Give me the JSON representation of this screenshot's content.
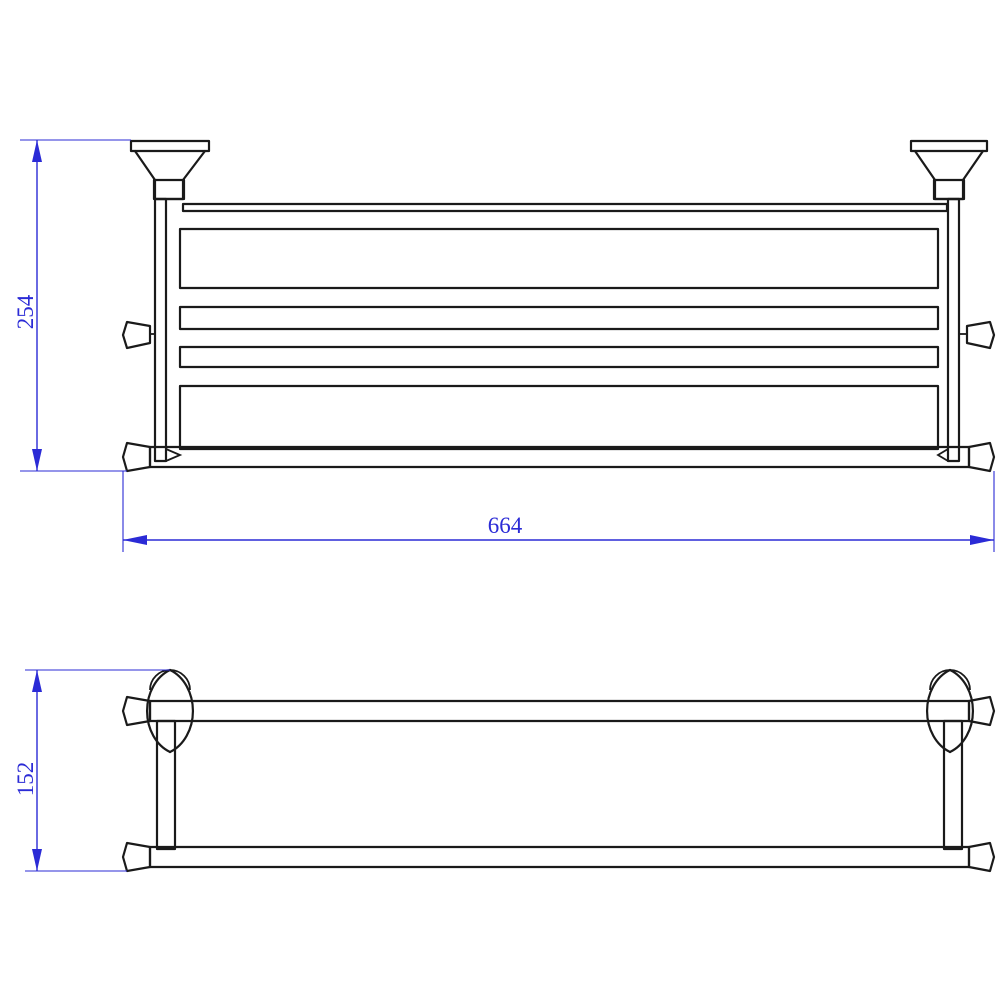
{
  "dimensions": {
    "front_height": "254",
    "front_width": "664",
    "side_height": "152"
  },
  "colors": {
    "dimension": "#2b2bd6",
    "outline": "#1a1a1a",
    "background": "#ffffff"
  }
}
